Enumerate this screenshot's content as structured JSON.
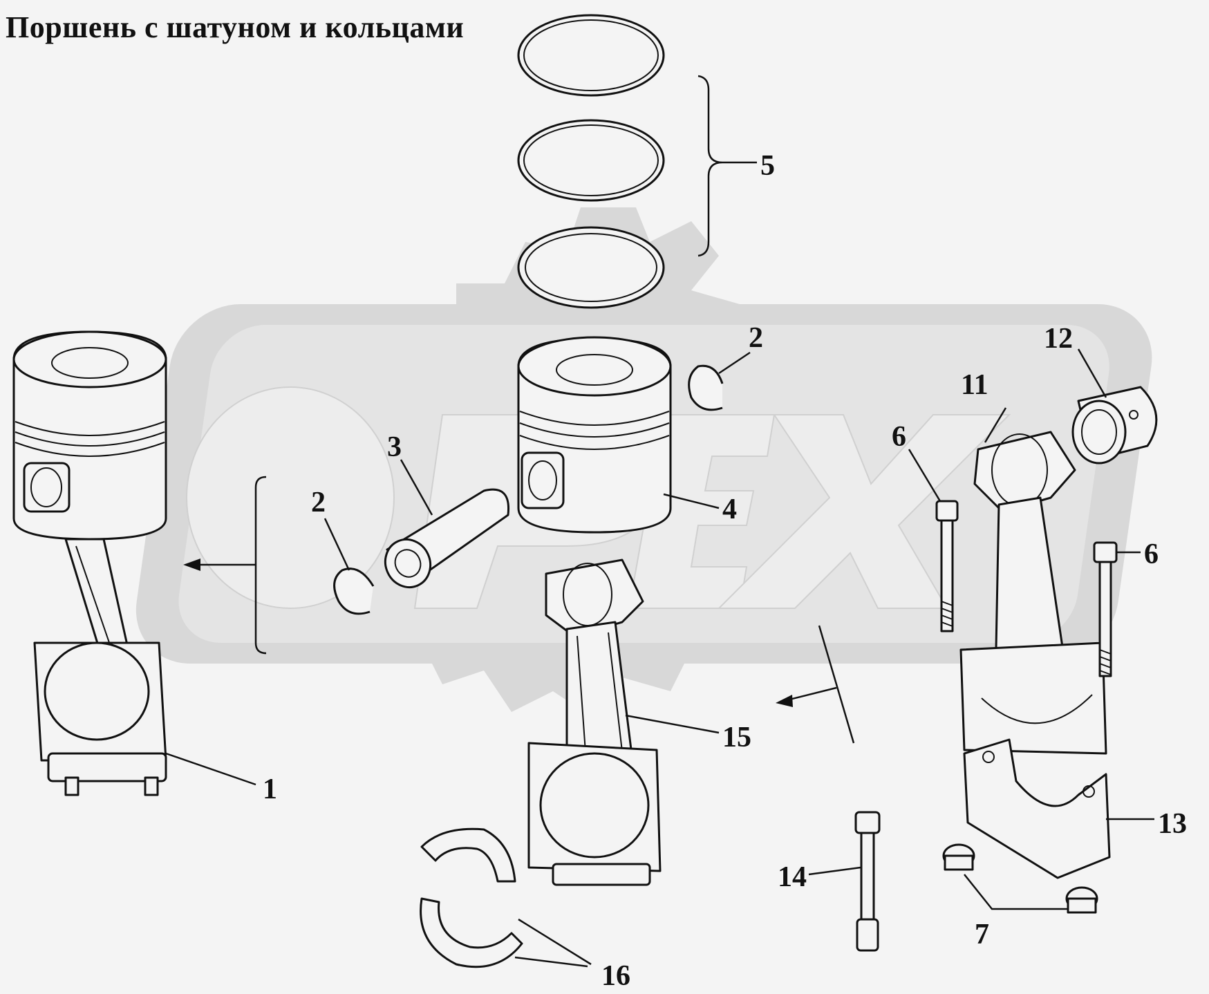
{
  "title": "Поршень с шатуном и кольцами",
  "watermark": {
    "text": "OPEX",
    "color": "#d8d8d8"
  },
  "callouts": [
    {
      "id": "c1",
      "label": "1"
    },
    {
      "id": "c2a",
      "label": "2"
    },
    {
      "id": "c2b",
      "label": "2"
    },
    {
      "id": "c3",
      "label": "3"
    },
    {
      "id": "c4",
      "label": "4"
    },
    {
      "id": "c5",
      "label": "5"
    },
    {
      "id": "c6a",
      "label": "6"
    },
    {
      "id": "c6b",
      "label": "6"
    },
    {
      "id": "c7",
      "label": "7"
    },
    {
      "id": "c11",
      "label": "11"
    },
    {
      "id": "c12",
      "label": "12"
    },
    {
      "id": "c13",
      "label": "13"
    },
    {
      "id": "c14",
      "label": "14"
    },
    {
      "id": "c15",
      "label": "15"
    },
    {
      "id": "c16",
      "label": "16"
    }
  ]
}
